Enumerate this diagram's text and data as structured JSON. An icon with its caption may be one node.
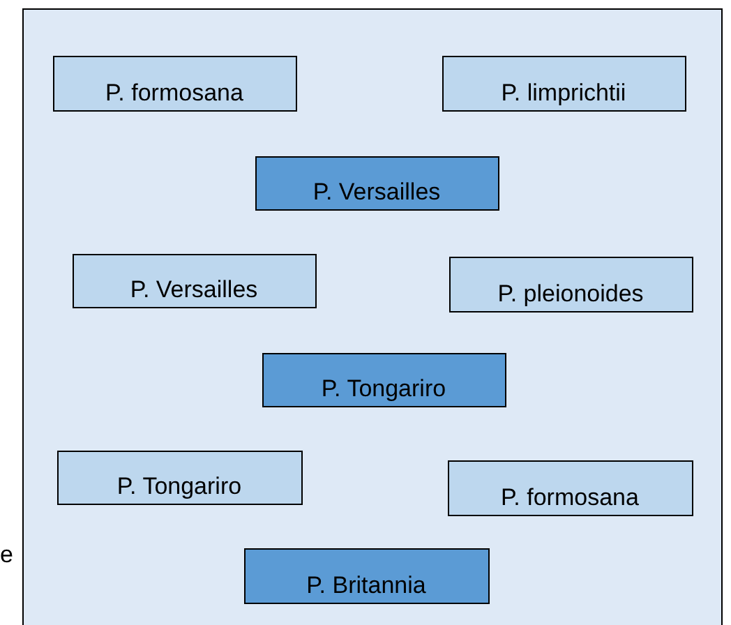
{
  "diagram": {
    "nodes": [
      {
        "text": [],
        "shape": "box"
      },
      {
        "text": [
          "P. formosana"
        ],
        "in": 0
      },
      {
        "text": [
          "P. limprichtii"
        ],
        "in": 0
      },
      {
        "text": [
          "P. Versailles"
        ],
        "in": 0
      },
      {
        "text": [
          "P. Versailles"
        ],
        "in": 0
      },
      {
        "text": [
          "P. pleionoides"
        ],
        "in": 0
      },
      {
        "text": [
          "P. Tongariro"
        ],
        "in": 0
      },
      {
        "text": [
          "P. Tongariro"
        ],
        "in": 0
      },
      {
        "text": [
          "P. formosana"
        ],
        "in": 0
      },
      {
        "text": [
          "P. Britannia"
        ],
        "in": 0
      }
    ],
    "labels": [
      "e"
    ]
  }
}
